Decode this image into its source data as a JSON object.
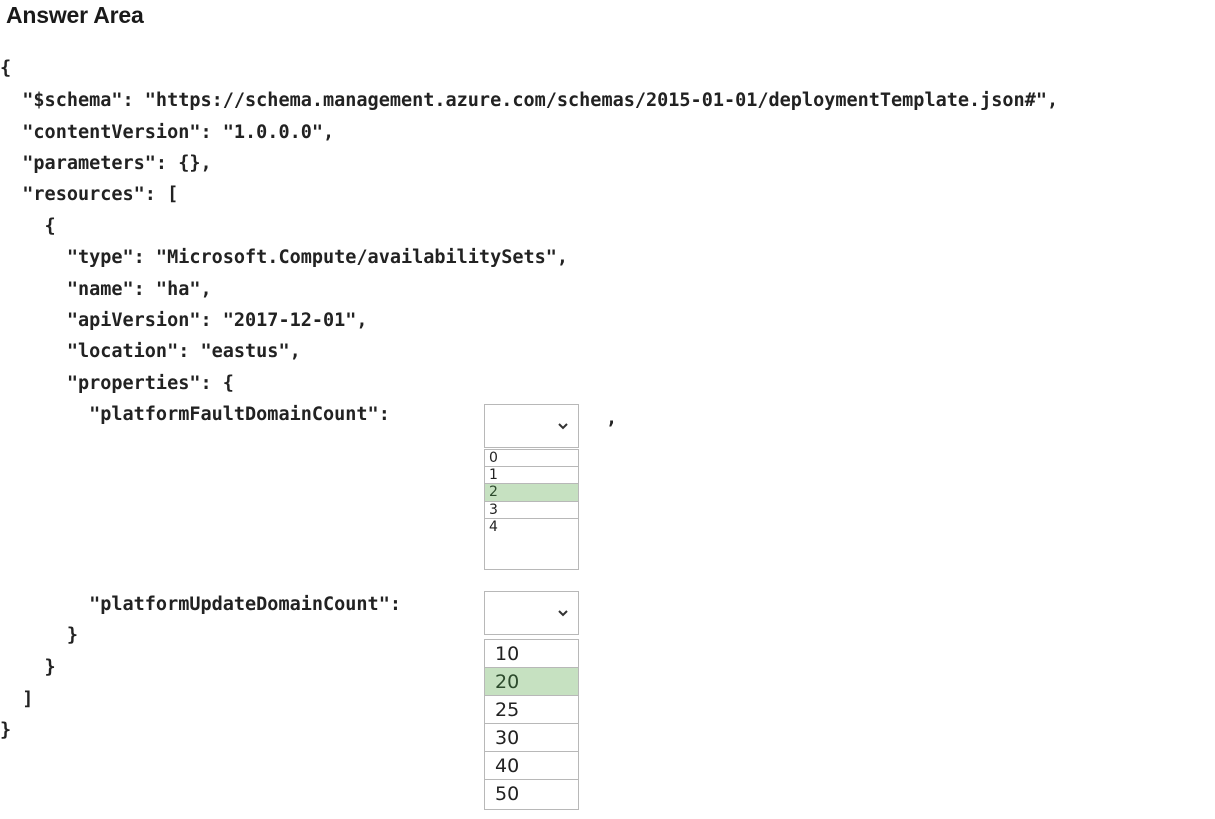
{
  "header": {
    "title": "Answer Area"
  },
  "code": {
    "lines": [
      "{",
      "  \"$schema\": \"https://schema.management.azure.com/schemas/2015-01-01/deploymentTemplate.json#\",",
      "  \"contentVersion\": \"1.0.0.0\",",
      "  \"parameters\": {},",
      "  \"resources\": [",
      "    {",
      "      \"type\": \"Microsoft.Compute/availabilitySets\",",
      "      \"name\": \"ha\",",
      "      \"apiVersion\": \"2017-12-01\",",
      "      \"location\": \"eastus\",",
      "      \"properties\": {",
      "        \"platformFaultDomainCount\":",
      "        \"platformUpdateDomainCount\":",
      "      }",
      "    }",
      "  ]",
      "}"
    ],
    "trailing_comma": ","
  },
  "dropdowns": {
    "fault_domain": {
      "label": "platformFaultDomainCount",
      "selected_value": "",
      "options": [
        "0",
        "1",
        "2",
        "3",
        "4"
      ],
      "highlighted": "2",
      "icon": "chevron-down-icon"
    },
    "update_domain": {
      "label": "platformUpdateDomainCount",
      "selected_value": "",
      "options": [
        "10",
        "20",
        "25",
        "30",
        "40",
        "50"
      ],
      "highlighted": "20",
      "icon": "chevron-down-icon"
    }
  },
  "colors": {
    "highlight": "#c6e1c1",
    "border": "#b8b8b8",
    "text": "#222222"
  }
}
